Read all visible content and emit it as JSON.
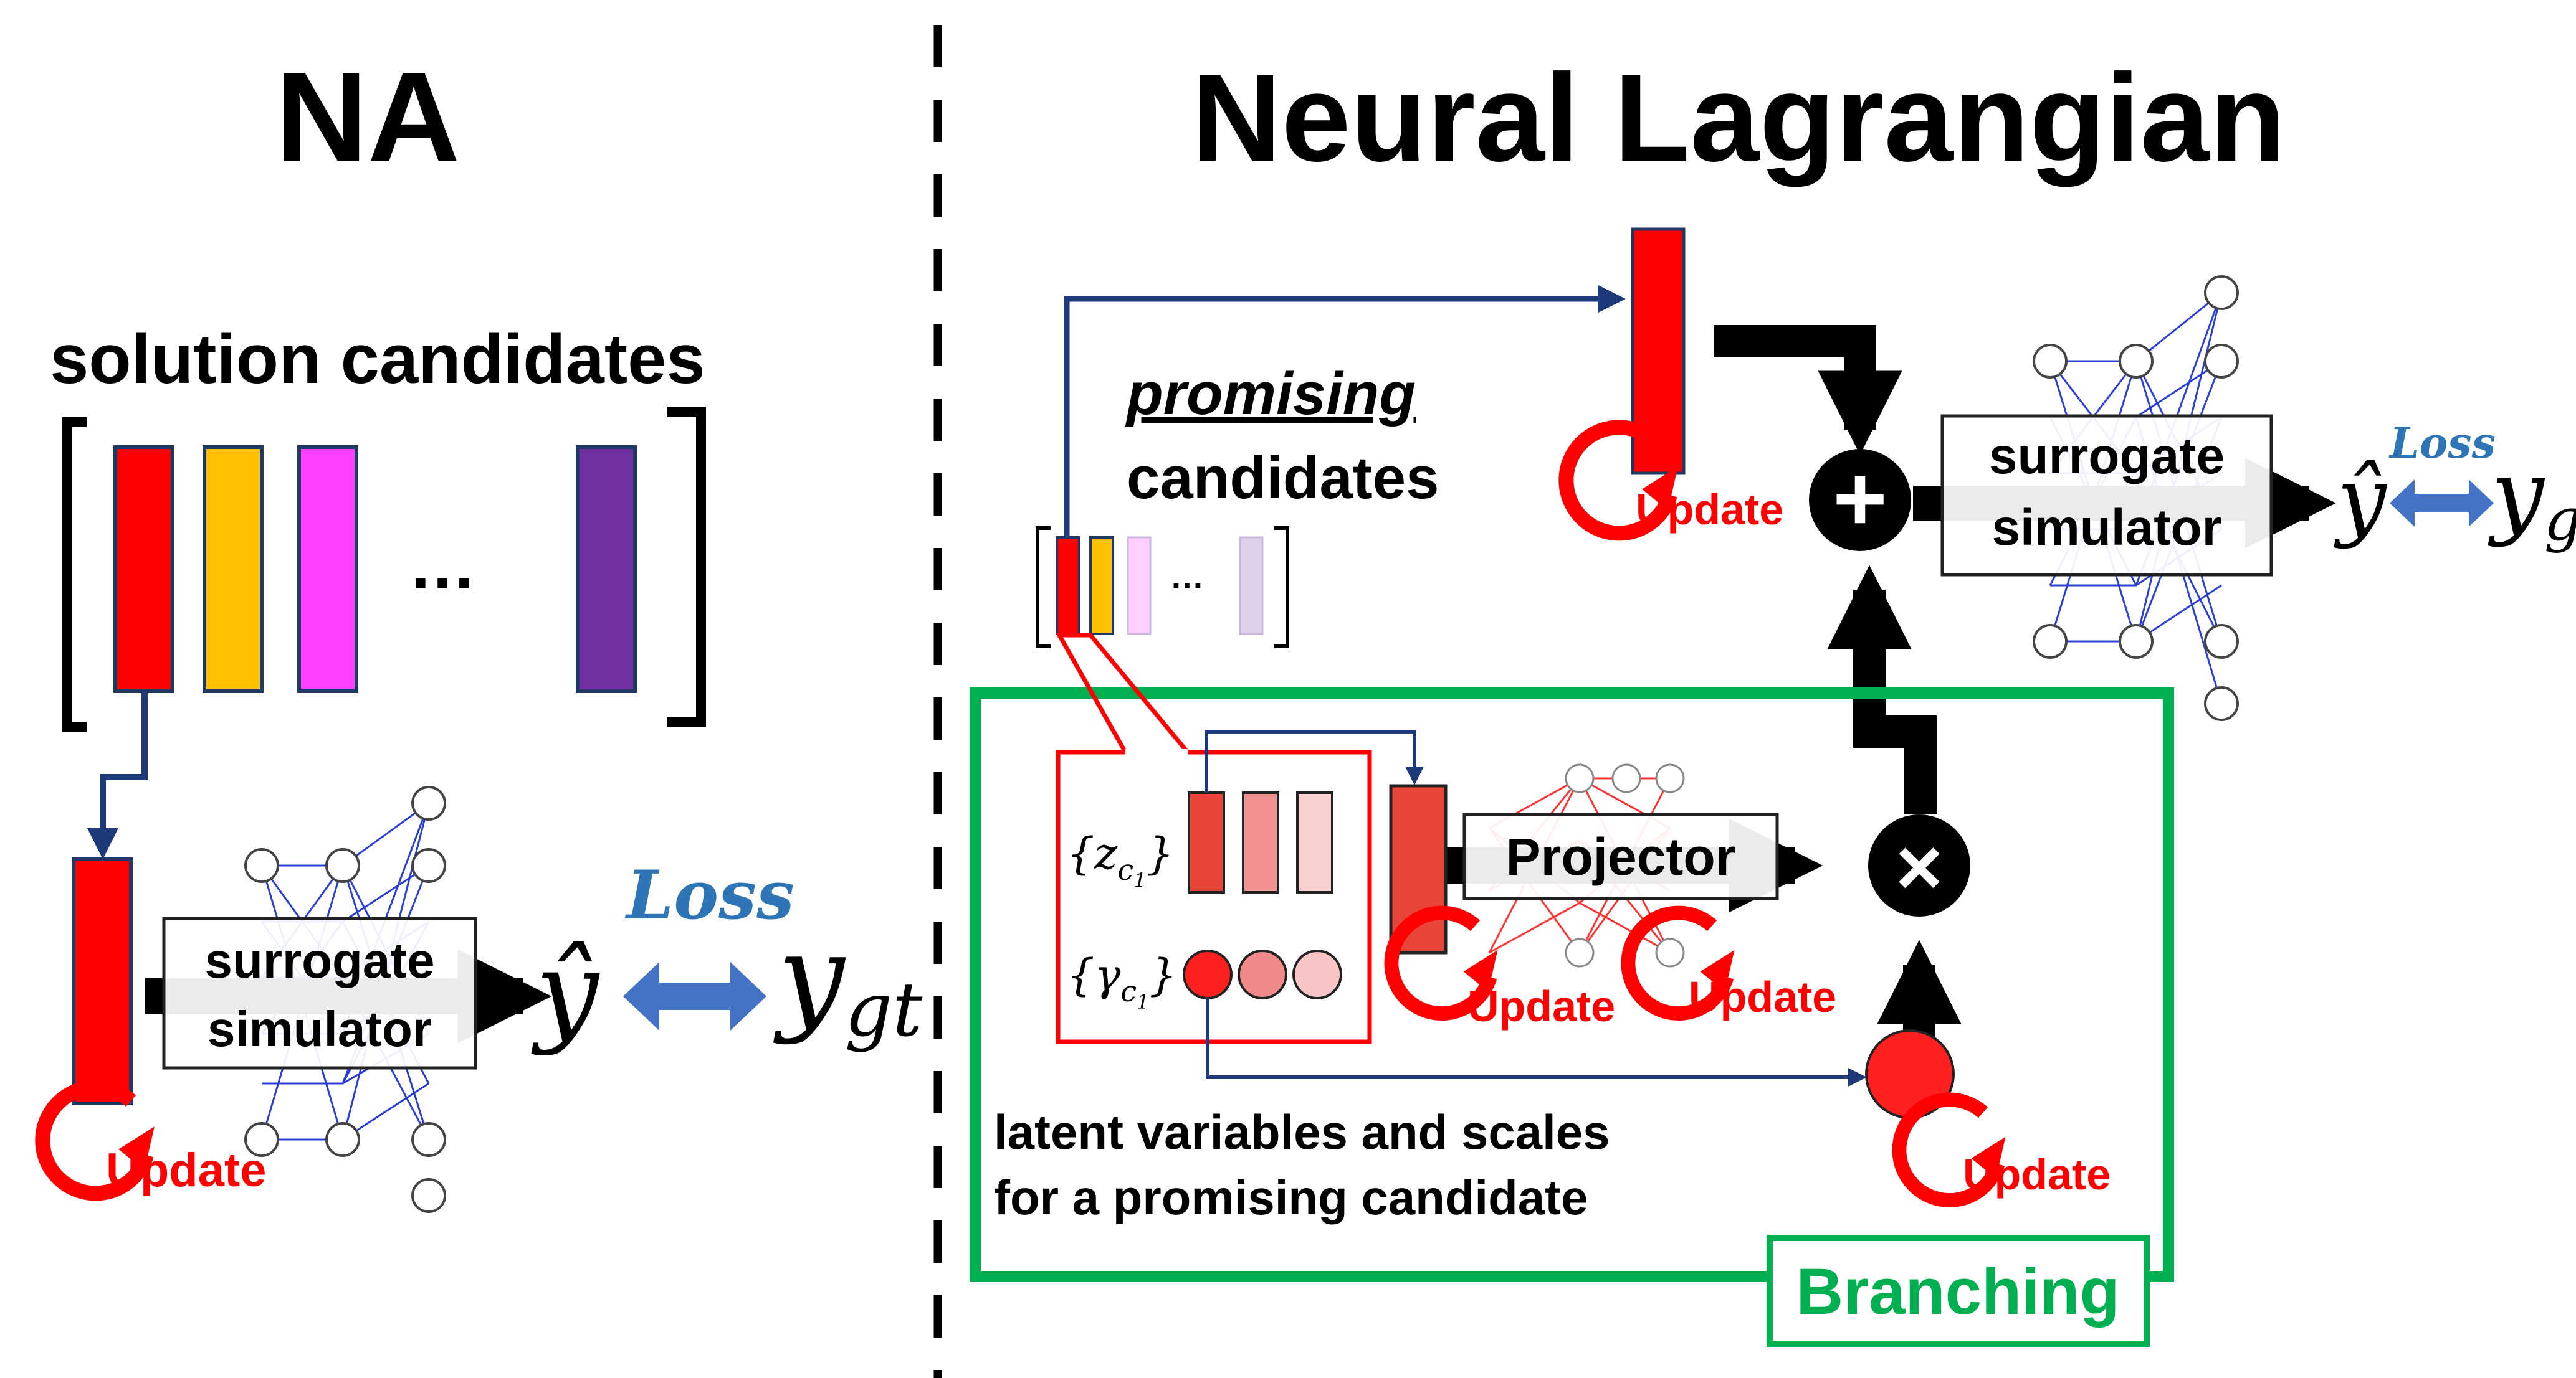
{
  "na": {
    "title": "NA",
    "candidates_label": "solution candidates",
    "ellipsis": "…",
    "surrogate_line1": "surrogate",
    "surrogate_line2": "simulator",
    "y_hat": "ŷ",
    "y_gt_main": "y",
    "y_gt_sub": "gt",
    "loss": "Loss",
    "update": "Update"
  },
  "nl": {
    "title": "Neural Lagrangian",
    "promising_word": "promising",
    "candidates_word": "candidates",
    "ellipsis": "…",
    "surrogate_line1": "surrogate",
    "surrogate_line2": "simulator",
    "y_hat": "ŷ",
    "y_gt_main": "y",
    "y_gt_sub": "gt",
    "loss": "Loss",
    "update_top": "Update",
    "update_vector": "Update",
    "update_projector": "Update",
    "update_scale": "Update",
    "projector": "Projector",
    "z_label_main": "{z",
    "z_label_sub": "c",
    "z_label_subsub": "1",
    "gamma_label_main": "{γ",
    "gamma_label_sub": "c",
    "gamma_label_subsub": "1",
    "latent_line1": "latent variables and scales",
    "latent_line2": "for  a promising candidate",
    "branching": "Branching",
    "plus_symbol": "+",
    "times_symbol": "×"
  },
  "colors": {
    "red": "#ff0000",
    "orange": "#ffc000",
    "magenta": "#ff40ff",
    "purple": "#7030a0",
    "navy": "#1f3a7a",
    "green": "#00b050",
    "loss_blue": "#2e75b6",
    "arrow_blue": "#4472c4",
    "net_blue": "#2b3fd6",
    "net_red": "#ff3333"
  },
  "icons": {
    "update": "circular-arrow-icon",
    "plus": "plus-circle-icon",
    "times": "times-circle-icon",
    "double_arrow": "double-arrow-icon",
    "network": "neural-network-icon"
  }
}
